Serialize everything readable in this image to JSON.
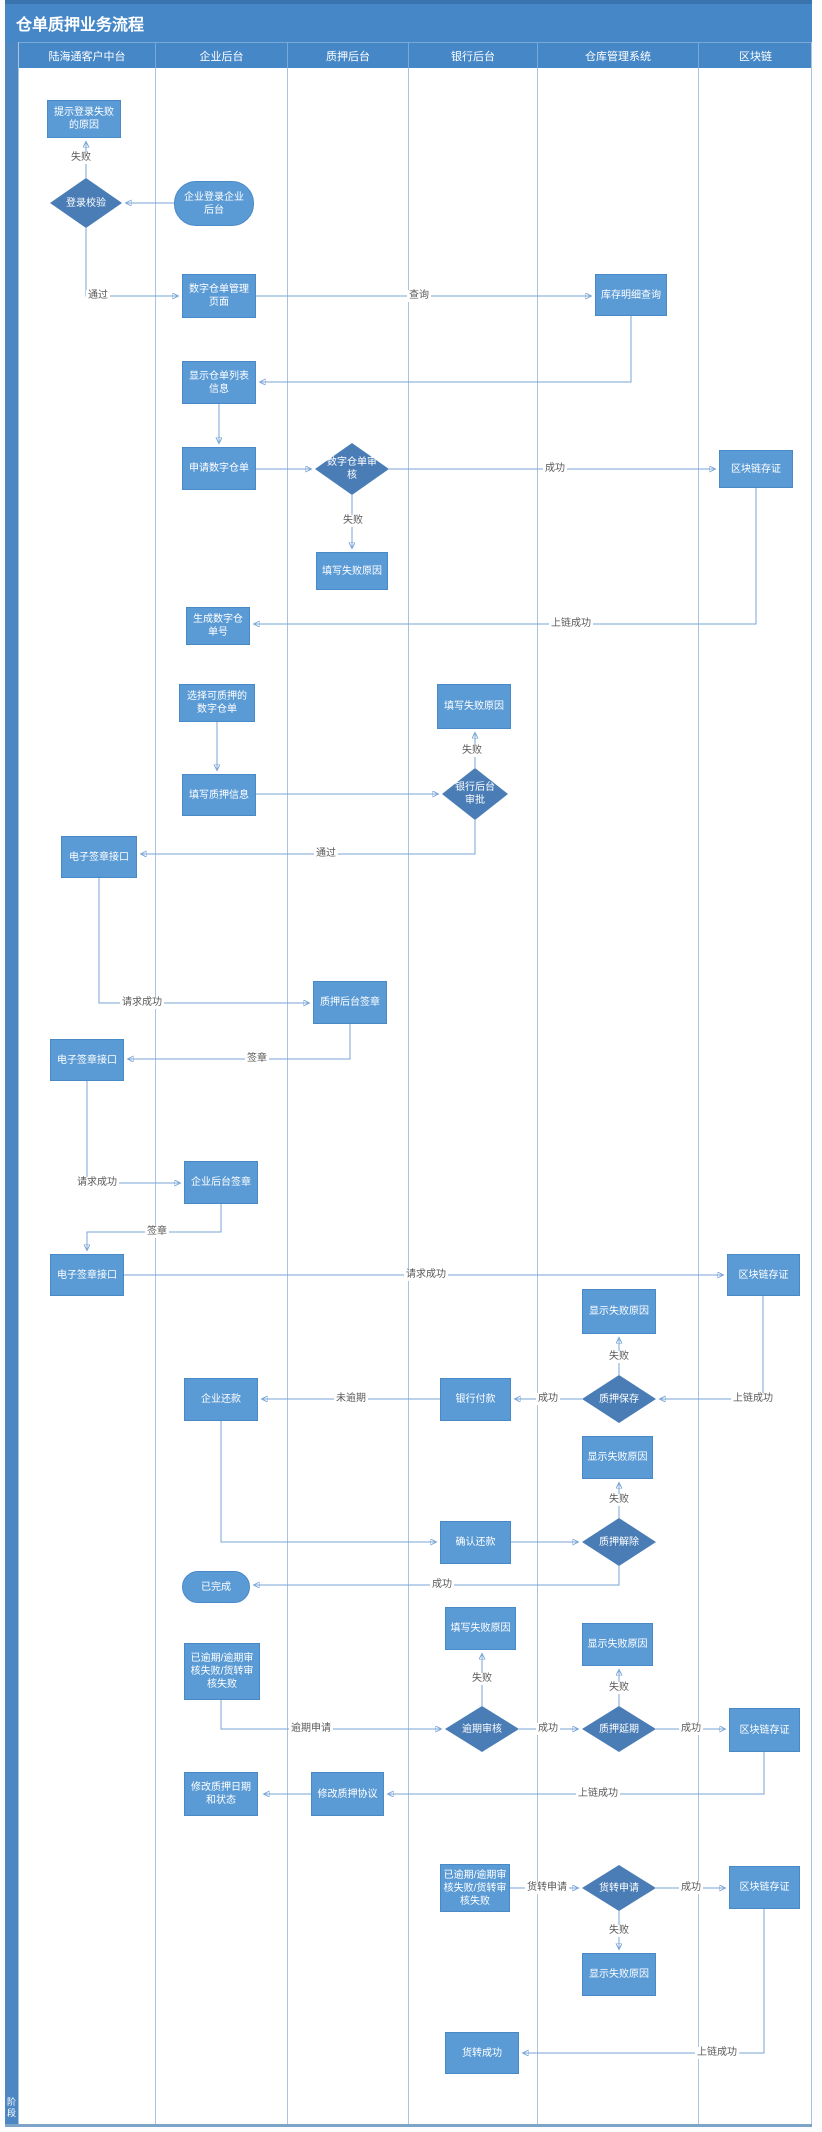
{
  "title": "仓单质押业务流程",
  "sidebar": {
    "label": "阶段"
  },
  "lanes": [
    {
      "label": "陆海通客户中台"
    },
    {
      "label": "企业后台"
    },
    {
      "label": "质押后台"
    },
    {
      "label": "银行后台"
    },
    {
      "label": "仓库管理系统"
    },
    {
      "label": "区块链"
    }
  ],
  "nodes": {
    "tip_login_fail": {
      "label": "提示登录失败\n的原因"
    },
    "login_check": {
      "label": "登录校验"
    },
    "enterprise_login": {
      "label": "企业登录企业\n后台"
    },
    "receipt_mgmt_page": {
      "label": "数字仓单管理\n页面"
    },
    "inventory_query": {
      "label": "库存明细查询"
    },
    "show_receipt_list": {
      "label": "显示仓单列表\n信息"
    },
    "apply_receipt": {
      "label": "申请数字仓单"
    },
    "receipt_review": {
      "label": "数字仓单审\n核"
    },
    "chain_cert_1": {
      "label": "区块链存证"
    },
    "fill_fail_reason_1": {
      "label": "填写失败原因"
    },
    "gen_receipt_no": {
      "label": "生成数字仓\n单号"
    },
    "select_receipt": {
      "label": "选择可质押的\n数字仓单"
    },
    "fill_fail_reason_2": {
      "label": "填写失败原因"
    },
    "bank_review": {
      "label": "银行后台\n审批"
    },
    "fill_pledge_info": {
      "label": "填写质押信息"
    },
    "esign_api_1": {
      "label": "电子签章接口"
    },
    "pledge_backend_sign": {
      "label": "质押后台签章"
    },
    "esign_api_2": {
      "label": "电子签章接口"
    },
    "enterprise_sign": {
      "label": "企业后台签章"
    },
    "esign_api_3": {
      "label": "电子签章接口"
    },
    "chain_cert_2": {
      "label": "区块链存证"
    },
    "show_fail_1": {
      "label": "显示失败原因"
    },
    "pledge_save": {
      "label": "质押保存"
    },
    "bank_pay": {
      "label": "银行付款"
    },
    "enterprise_repay": {
      "label": "企业还款"
    },
    "show_fail_2": {
      "label": "显示失败原因"
    },
    "pledge_release": {
      "label": "质押解除"
    },
    "confirm_repay": {
      "label": "确认还款"
    },
    "done": {
      "label": "已完成"
    },
    "fill_fail_reason_3": {
      "label": "填写失败原因"
    },
    "show_fail_3": {
      "label": "显示失败原因"
    },
    "overdue_status_1": {
      "label": "已逾期/逾期审\n核失败/货转审\n核失败"
    },
    "overdue_review": {
      "label": "逾期审核"
    },
    "pledge_extend": {
      "label": "质押延期"
    },
    "chain_cert_3": {
      "label": "区块链存证"
    },
    "modify_pledge_date": {
      "label": "修改质押日期\n和状态"
    },
    "modify_pledge_agreement": {
      "label": "修改质押协议"
    },
    "overdue_status_2": {
      "label": "已逾期/逾期审\n核失败/货转审\n核失败"
    },
    "transfer_apply": {
      "label": "货转申请"
    },
    "chain_cert_4": {
      "label": "区块链存证"
    },
    "show_fail_4": {
      "label": "显示失败原因"
    },
    "transfer_success": {
      "label": "货转成功"
    }
  },
  "edge_labels": {
    "fail_login": "失败",
    "pass_login": "通过",
    "query": "查询",
    "audit_success": "成功",
    "audit_fail": "失败",
    "chain_ok_1": "上链成功",
    "bank_fail": "失败",
    "bank_pass": "通过",
    "req_ok_1": "请求成功",
    "sign_1": "签章",
    "req_ok_2": "请求成功",
    "sign_2": "签章",
    "req_ok_3": "请求成功",
    "chain_ok_2": "上链成功",
    "save_fail": "失败",
    "save_ok": "成功",
    "not_overdue": "未逾期",
    "release_fail": "失败",
    "release_ok": "成功",
    "overdue_fail": "失败",
    "overdue_apply": "逾期申请",
    "overdue_ok": "成功",
    "extend_fail": "失败",
    "extend_ok": "成功",
    "chain_ok_3": "上链成功",
    "transfer_apply_lbl": "货转申请",
    "transfer_ok": "成功",
    "transfer_fail": "失败",
    "chain_ok_4": "上链成功"
  },
  "colors": {
    "header_blue": "#4687c7",
    "node_blue": "#5b9bd5",
    "diamond_blue": "#4a7db6",
    "line_blue": "#7aa6d6"
  }
}
